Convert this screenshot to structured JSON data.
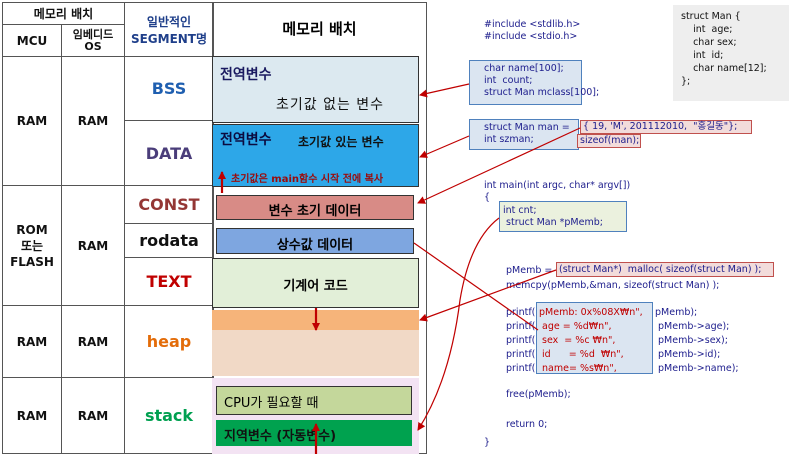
{
  "table": {
    "header_top": "메모리 배치",
    "header_segment": "일반적인\nSEGMENT명",
    "col_mcu": "MCU",
    "col_os": "임베디드\nOS",
    "rows": [
      {
        "mcu": "RAM",
        "os": "RAM",
        "segments": [
          {
            "name": "BSS",
            "color": "#1f5fb0"
          },
          {
            "name": "DATA",
            "color": "#4a3d7a"
          }
        ]
      },
      {
        "mcu": "ROM\n또는\nFLASH",
        "os": "RAM",
        "segments": [
          {
            "name": "CONST",
            "color": "#943634"
          },
          {
            "name": "rodata",
            "color": "#111111"
          },
          {
            "name": "TEXT",
            "color": "#c00000"
          }
        ]
      },
      {
        "mcu": "RAM",
        "os": "RAM",
        "segments": [
          {
            "name": "heap",
            "color": "#e36c09"
          }
        ]
      },
      {
        "mcu": "RAM",
        "os": "RAM",
        "segments": [
          {
            "name": "stack",
            "color": "#00a050"
          }
        ]
      }
    ]
  },
  "memory": {
    "title": "메모리 배치",
    "bss_title": "전역변수",
    "bss_sub": "초기값 없는 변수",
    "data_title": "전역변수",
    "data_sub": "초기값 있는 변수",
    "data_note": "초기값은 main함수 시작 전에 복사",
    "const_label": "변수 초기 데이터",
    "rodata_label": "상수값 데이터",
    "text_label": "기계어 코드",
    "stack_cpu": "CPU가 필요할 때",
    "stack_local": "지역변수 (자동변수)"
  },
  "code": {
    "includes": "#include <stdlib.h>\n#include <stdio.h>",
    "struct_def": "struct Man {\n    int  age;\n    char sex;\n    int  id;\n    char name[12];\n};",
    "bss_vars": "char name[100];\nint  count;\nstruct Man mclass[100];",
    "data_vars_left": "struct Man man =\nint szman;",
    "data_vars_right1": "{ 19, 'M', 201112010,  \"홍길동\"};",
    "data_vars_right2": "sizeof(man);",
    "main_sig": "int main(int argc, char* argv[])\n{",
    "locals": "int cnt;\n struct Man *pMemb;",
    "malloc_prefix": "pMemb =",
    "malloc_expr": "(struct Man*)  malloc( sizeof(struct Man) );",
    "memcpy_line": "memcpy(pMemb,&man, sizeof(struct Man) );",
    "printf_prefixes": "printf(\nprintf(\nprintf(\nprintf(\nprintf(",
    "printf_formats": "pMemb: 0x%08X₩n\",\n age = %d₩n\",\n sex  = %c ₩n\",\n id      = %d  ₩n\",\n name= %s₩n\",",
    "printf_args": "pMemb);\n pMemb->age);\n pMemb->sex);\n pMemb->id);\n pMemb->name);",
    "free_line": "free(pMemb);",
    "return_line": "return 0;",
    "closing": "}"
  }
}
